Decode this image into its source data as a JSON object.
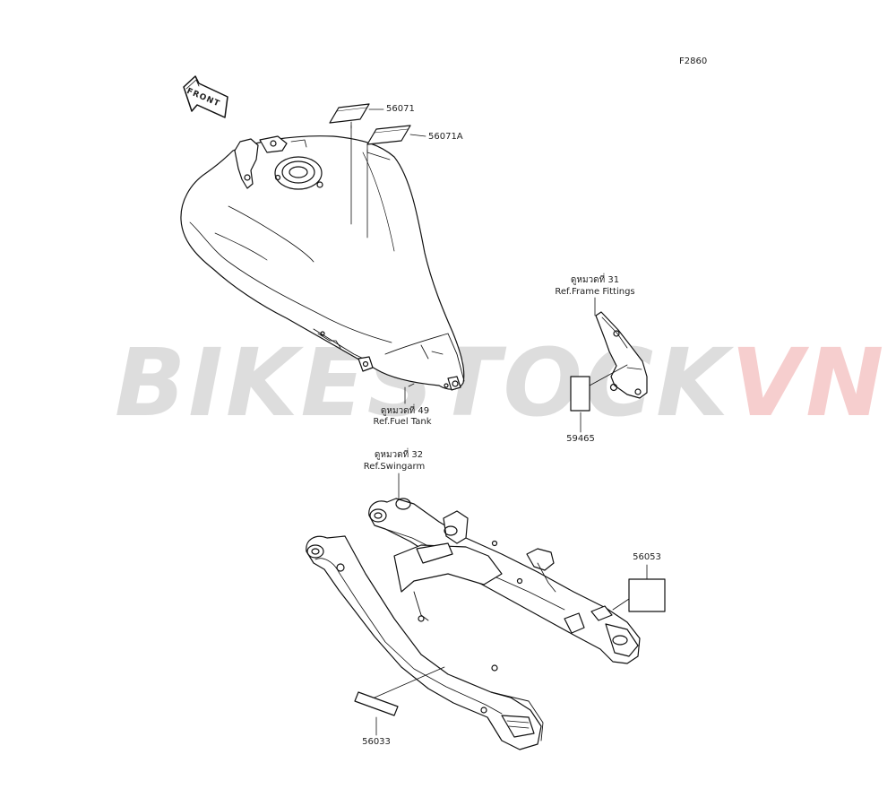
{
  "figure_code": "F2860",
  "front_arrow": "FRONT",
  "watermark": {
    "part1": "BIKESTOCK",
    "part2": "VN",
    "color1": "#d8d8d8",
    "color2": "#f5c6c6"
  },
  "parts": {
    "p56071": "56071",
    "p56071a": "56071A",
    "p59465": "59465",
    "p56053": "56053",
    "p56033": "56033"
  },
  "refs": {
    "fuel_tank": {
      "line1": "ดูหมวดที่ 49",
      "line2": "Ref.Fuel Tank"
    },
    "frame_fittings": {
      "line1": "ดูหมวดที่ 31",
      "line2": "Ref.Frame Fittings"
    },
    "swingarm": {
      "line1": "ดูหมวดที่ 32",
      "line2": "Ref.Swingarm"
    }
  }
}
